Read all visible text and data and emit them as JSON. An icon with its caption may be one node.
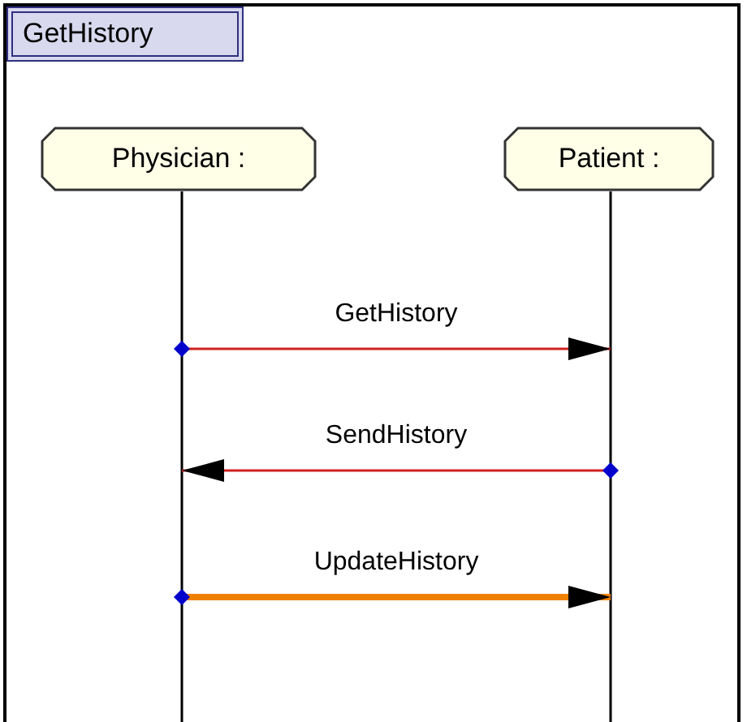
{
  "diagram": {
    "title": "GetHistory",
    "nodes": [
      {
        "text": [
          "Physician :"
        ]
      },
      {
        "text": [
          "Patient :"
        ]
      }
    ],
    "edges": [
      {
        "from": 0,
        "to": 1,
        "arrow": "to",
        "label": "GetHistory"
      },
      {
        "from": 1,
        "to": 0,
        "arrow": "to",
        "label": "SendHistory"
      },
      {
        "from": 0,
        "to": 1,
        "arrow": "to",
        "label": "UpdateHistory",
        "style": "thick",
        "color": "#f08000"
      }
    ]
  }
}
